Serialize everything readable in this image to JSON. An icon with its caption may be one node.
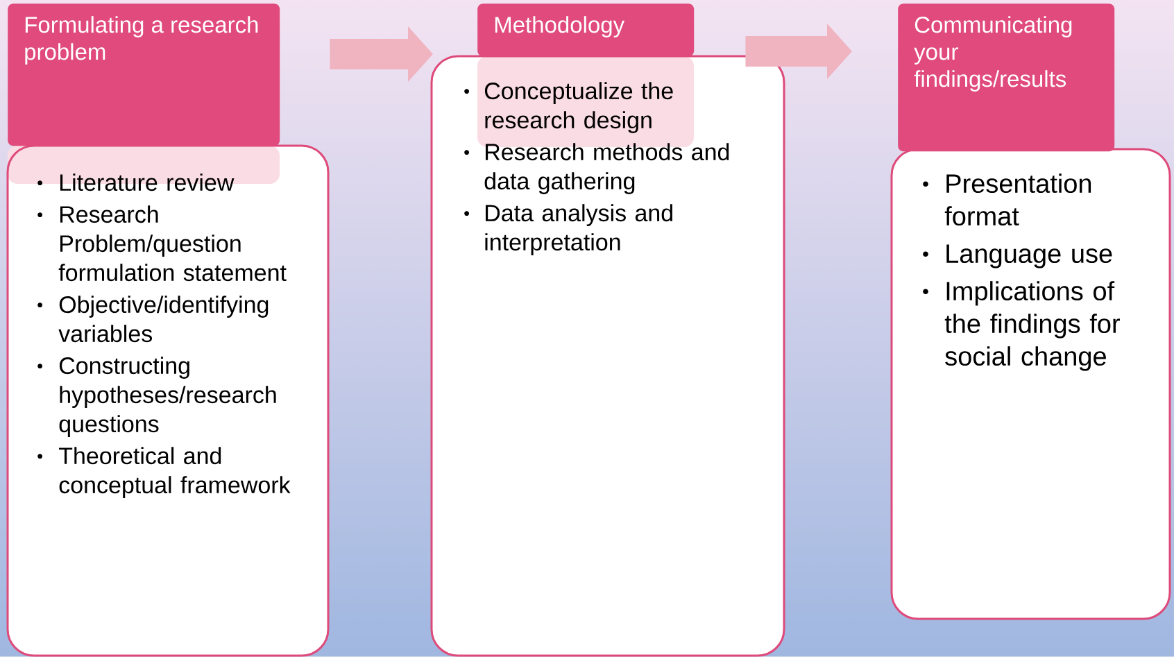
{
  "diagram": {
    "nodes": [
      {
        "text": [
          "Formulating a research problem"
        ]
      },
      {
        "text": [
          "Literature review",
          "Research Problem/question formulation statement",
          "Objective/identifying variables",
          "Constructing hypotheses/research questions",
          "Theoretical and conceptual framework"
        ]
      },
      {
        "text": [
          "Methodology"
        ]
      },
      {
        "text": [
          "Conceptualize the research design",
          "Research methods and data gathering",
          "Data analysis and interpretation"
        ]
      },
      {
        "text": [
          "Communicating your findings/results"
        ]
      },
      {
        "text": [
          "Presentation format",
          "Language use",
          "Implications of the findings for social change"
        ]
      }
    ],
    "edges": [
      {
        "from": 0,
        "to": 3,
        "arrow": "to"
      },
      {
        "from": 3,
        "to": 4,
        "arrow": "to"
      }
    ]
  }
}
